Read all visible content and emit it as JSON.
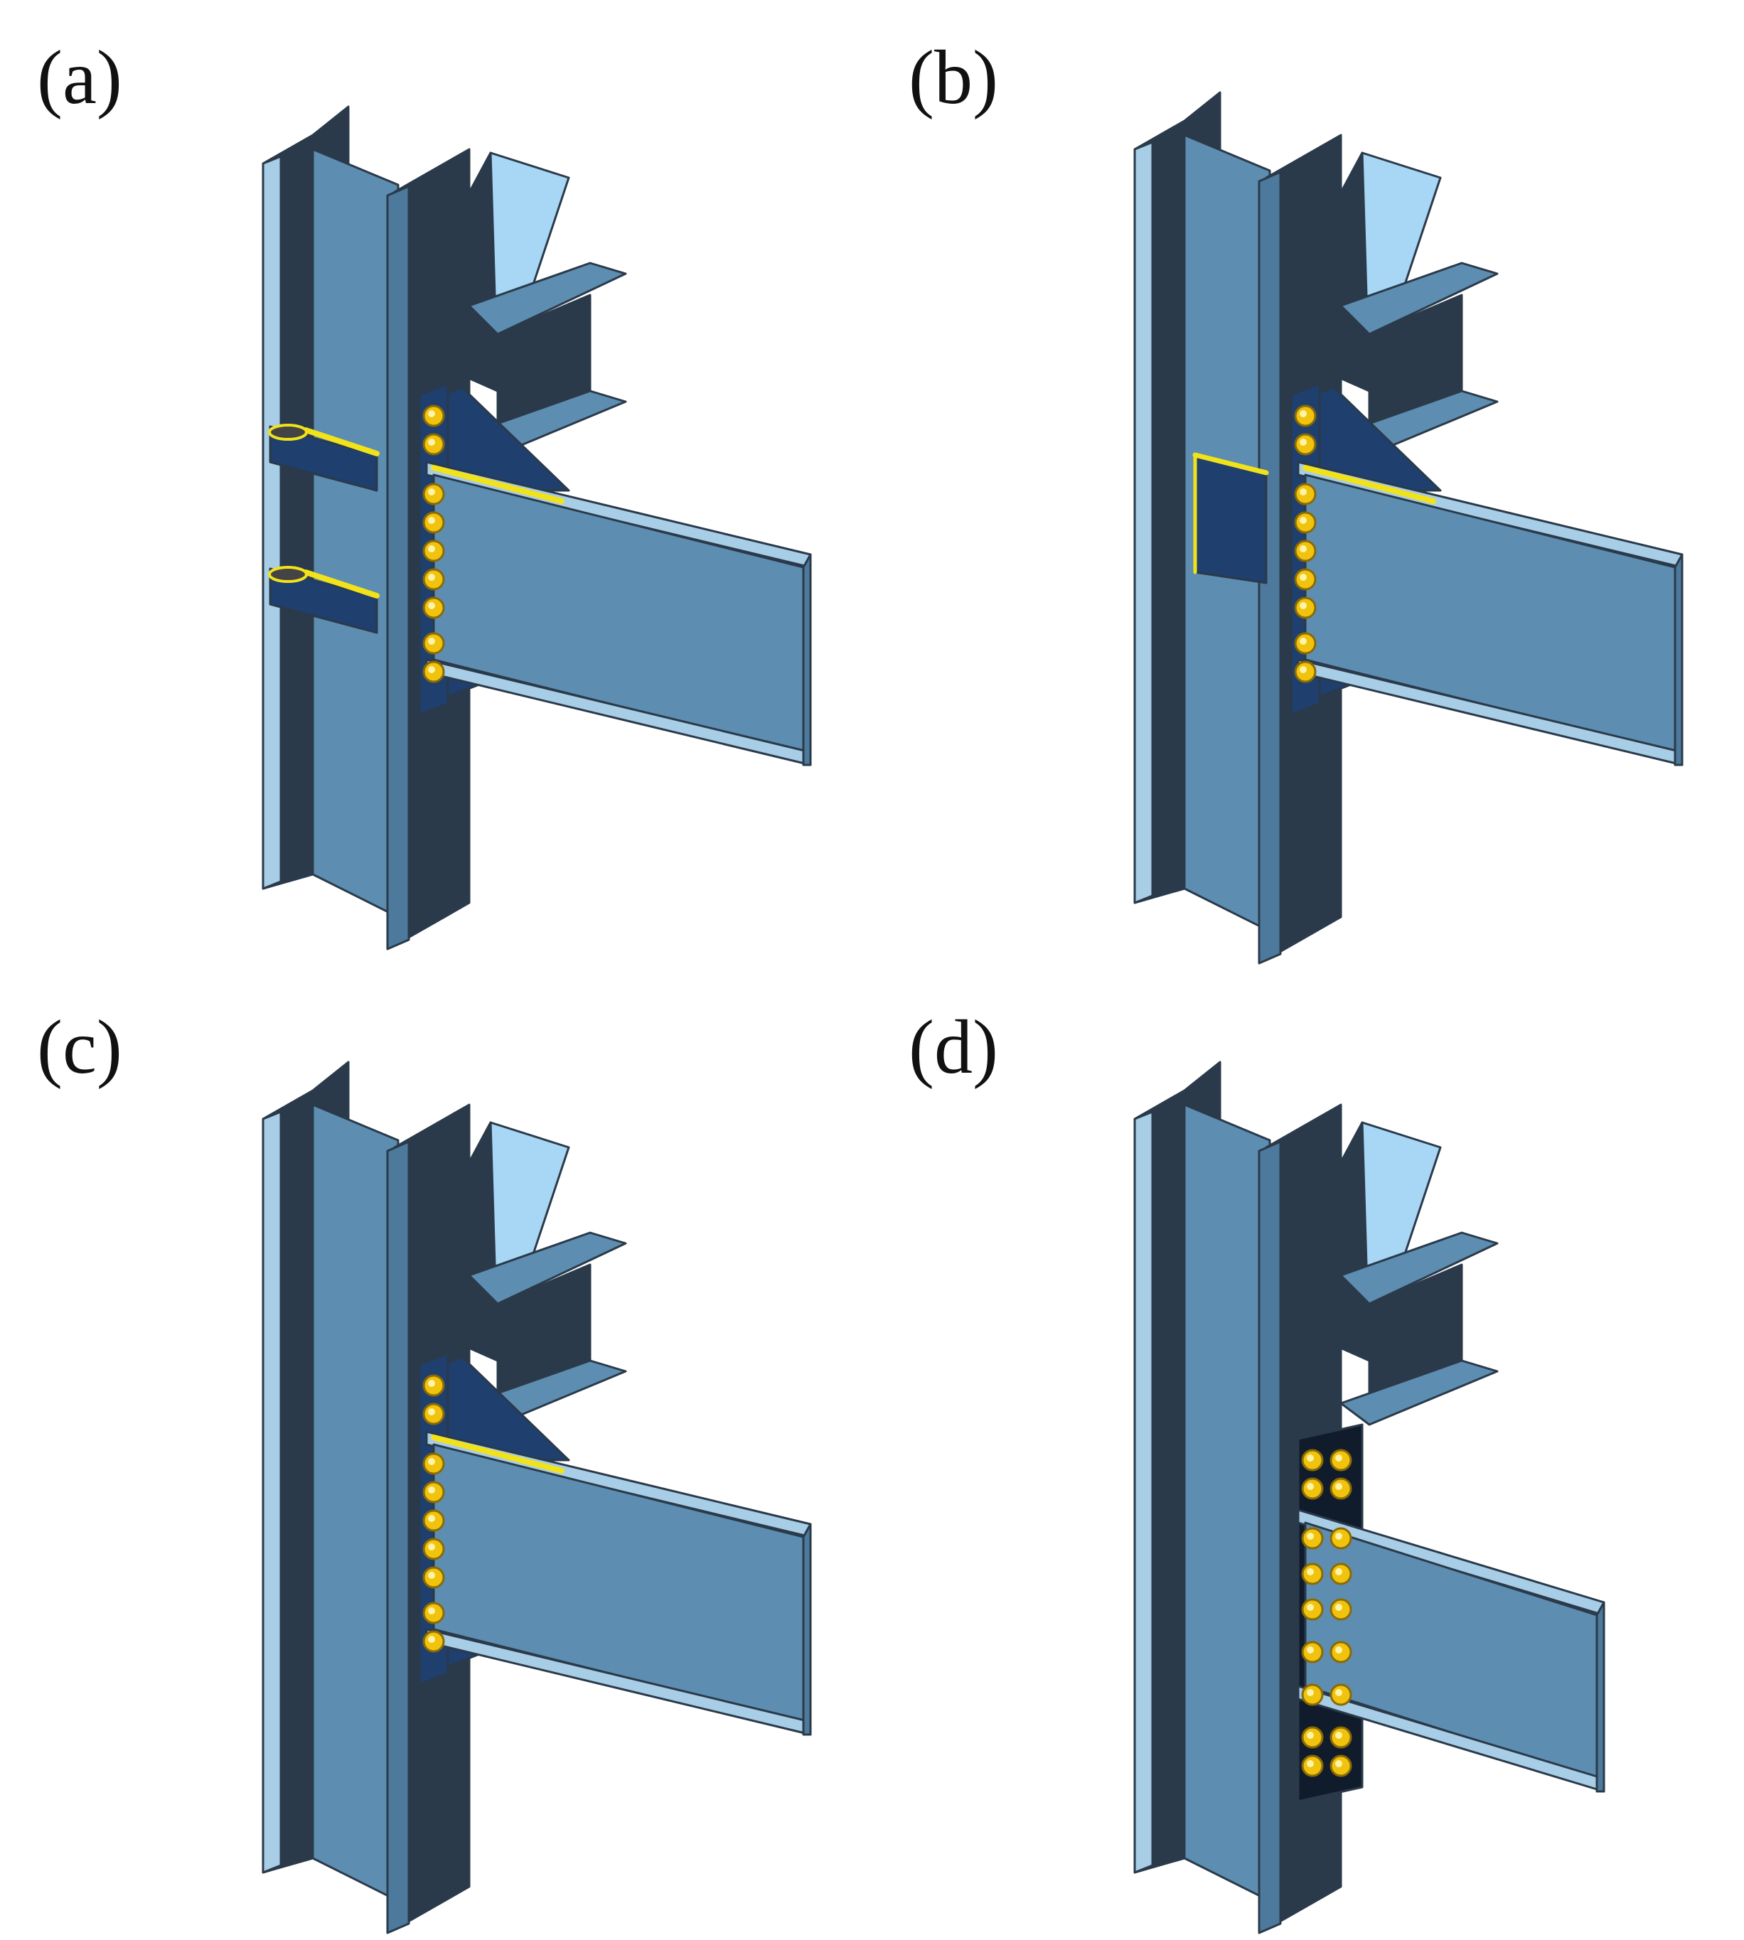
{
  "figure": {
    "panels": [
      {
        "label": "(a)",
        "variant": "double-stiffener-web-strengthened"
      },
      {
        "label": "(b)",
        "variant": "web-doubler-plate"
      },
      {
        "label": "(c)",
        "variant": "unstiffened-column"
      },
      {
        "label": "(d)",
        "variant": "bolted-flange-plate"
      }
    ],
    "colors": {
      "steel_light": "#5d8db0",
      "steel_mid": "#4d7a9c",
      "steel_dark": "#2a3a4a",
      "edge_highlight": "#a8cde6",
      "brace_light": "#a8d6f5",
      "gusset": "#1f3f6e",
      "weld": "#f2e21a",
      "bolt": "#f0c30f"
    }
  }
}
